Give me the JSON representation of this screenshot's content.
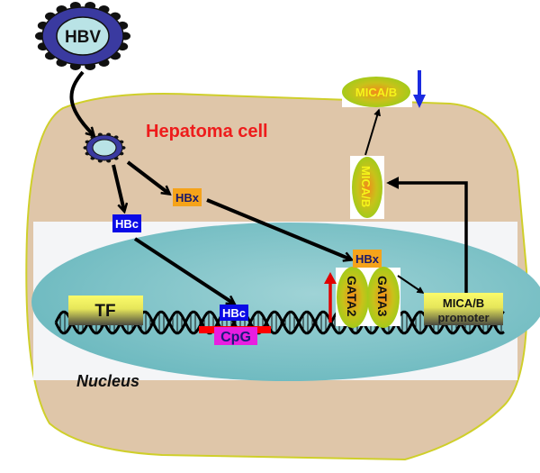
{
  "figure": {
    "type": "schematic",
    "title": "HBV in hepatoma cell regulating MICA/B expression"
  },
  "virus": {
    "label": "HBV"
  },
  "cell": {
    "label": "Hepatoma cell"
  },
  "nucleus": {
    "label": "Nucleus"
  },
  "proteins": {
    "hbx_cytoplasm": "HBx",
    "hbc_cytoplasm": "HBc",
    "hbx_nucleus": "HBx",
    "hbc_nucleus": "HBc",
    "gata2": "GATA2",
    "gata3": "GATA3",
    "tf": "TF",
    "cpg": "CpG"
  },
  "promoter": {
    "line1": "MICA/B",
    "line2": "promoter"
  },
  "mica_cytoplasm": "MICA/B",
  "mica_surface": "MICA/B",
  "indicators": {
    "gata2_trend": "up",
    "mica_surface_trend": "down"
  },
  "colors": {
    "cell_fill": "#dfc6a9",
    "cell_border": "#cfcf2a",
    "nucleus_fill": "#7fc4c9",
    "hbv_capsid": "#3a3aa0",
    "hbv_core": "#b9e3e6",
    "hbx_box": "#f5a31a",
    "hbc_box": "#0a0ae6",
    "cpg_box": "#e81ee0",
    "cpg_bar": "#ff0000",
    "up_arrow": "#e00000",
    "down_arrow": "#1a2ae0",
    "label_red": "#ee1c1c"
  }
}
